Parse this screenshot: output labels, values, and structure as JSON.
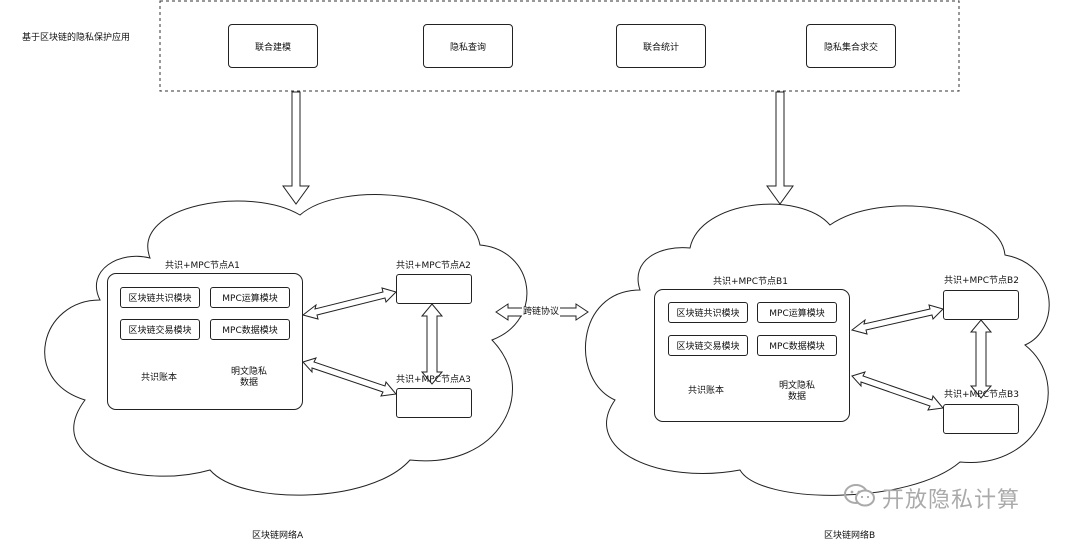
{
  "app_layer": {
    "title": "基于区块链的隐私保护应用",
    "apps": [
      "联合建模",
      "隐私查询",
      "联合统计",
      "隐私集合求交"
    ]
  },
  "network_a": {
    "label": "区块链网络A",
    "main_node": {
      "title": "共识+MPC节点A1",
      "modules": [
        "区块链共识模块",
        "MPC运算模块",
        "区块链交易模块",
        "MPC数据模块"
      ],
      "ledger": "共识账本",
      "private_data": "明文隐私\n数据"
    },
    "node2": "共识+MPC节点A2",
    "node3": "共识+MPC节点A3"
  },
  "network_b": {
    "label": "区块链网络B",
    "main_node": {
      "title": "共识+MPC节点B1",
      "modules": [
        "区块链共识模块",
        "MPC运算模块",
        "区块链交易模块",
        "MPC数据模块"
      ],
      "ledger": "共识账本",
      "private_data": "明文隐私\n数据"
    },
    "node2": "共识+MPC节点B2",
    "node3": "共识+MPC节点B3"
  },
  "cross_chain_label": "跨链协议",
  "watermark": "开放隐私计算"
}
